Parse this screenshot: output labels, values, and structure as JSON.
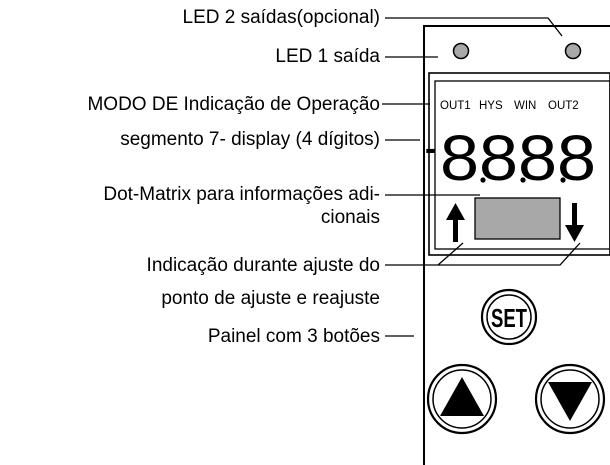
{
  "labels": {
    "led2": "LED 2 saídas(opcional)",
    "led1": "LED 1 saída",
    "mode": "MODO DE Indicação de Operação",
    "display": "segmento 7- display (4 dígitos)",
    "dotmatrix_line1": "Dot-Matrix para informações adi-",
    "dotmatrix_line2": "cionais",
    "adjust_line1": "Indicação durante ajuste do",
    "adjust_line2": "ponto de ajuste e reajuste",
    "panel": "Painel com 3 botões"
  },
  "device": {
    "modes": [
      "OUT1",
      "HYS",
      "WIN",
      "OUT2"
    ],
    "display_sign": "-",
    "display_digits": "8888",
    "set_button": "SET"
  }
}
